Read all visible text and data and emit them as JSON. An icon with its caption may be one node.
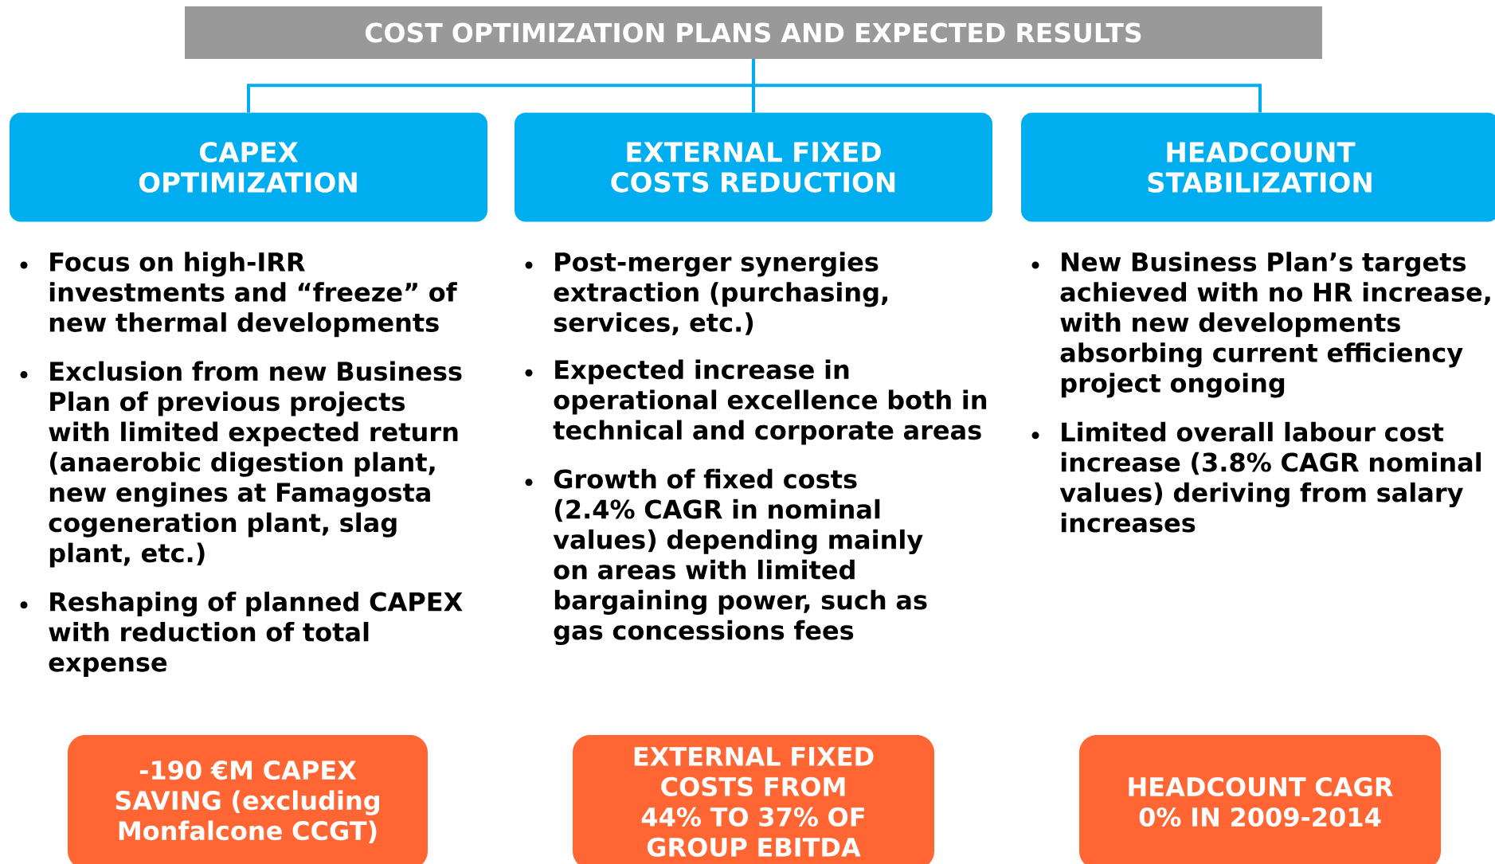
{
  "diagram": {
    "nodes": [
      {
        "text": [
          "COST OPTIMIZATION PLANS AND EXPECTED RESULTS"
        ]
      },
      {
        "text": [
          "CAPEX OPTIMIZATION"
        ],
        "beside": [
          "Focus on high-IRR investments and “freeze” of new thermal developments",
          "Exclusion from new Business Plan of previous projects with limited expected return (anaerobic digestion plant, new engines at Famagosta cogeneration plant, slag plant, etc.)",
          "Reshaping of planned CAPEX with reduction of total expense"
        ]
      },
      {
        "text": [
          "EXTERNAL FIXED COSTS REDUCTION"
        ],
        "beside": [
          "Post-merger synergies extraction (purchasing, services, etc.)",
          "Expected increase in operational excellence both in technical and corporate areas",
          "Growth of fixed costs (2.4% CAGR in nominal values) depending mainly on areas with limited bargaining power, such as gas concessions fees"
        ]
      },
      {
        "text": [
          "HEADCOUNT STABILIZATION"
        ],
        "beside": [
          "New Business Plan’s targets achieved with no HR increase, with new developments absorbing current efficiency project ongoing",
          "Limited overall labour cost increase (3.8% CAGR nominal values) deriving from salary increases"
        ]
      },
      {
        "text": [
          "-190 €M CAPEX SAVING (excluding Monfalcone CCGT)"
        ]
      },
      {
        "text": [
          "EXTERNAL FIXED COSTS FROM 44% TO 37% OF GROUP EBITDA"
        ]
      },
      {
        "text": [
          "HEADCOUNT CAGR 0% IN 2009-2014"
        ]
      }
    ],
    "edges": [
      {
        "from": 0,
        "to": 1,
        "arrow": "none"
      },
      {
        "from": 0,
        "to": 2,
        "arrow": "none"
      },
      {
        "from": 0,
        "to": 3,
        "arrow": "none"
      }
    ]
  }
}
